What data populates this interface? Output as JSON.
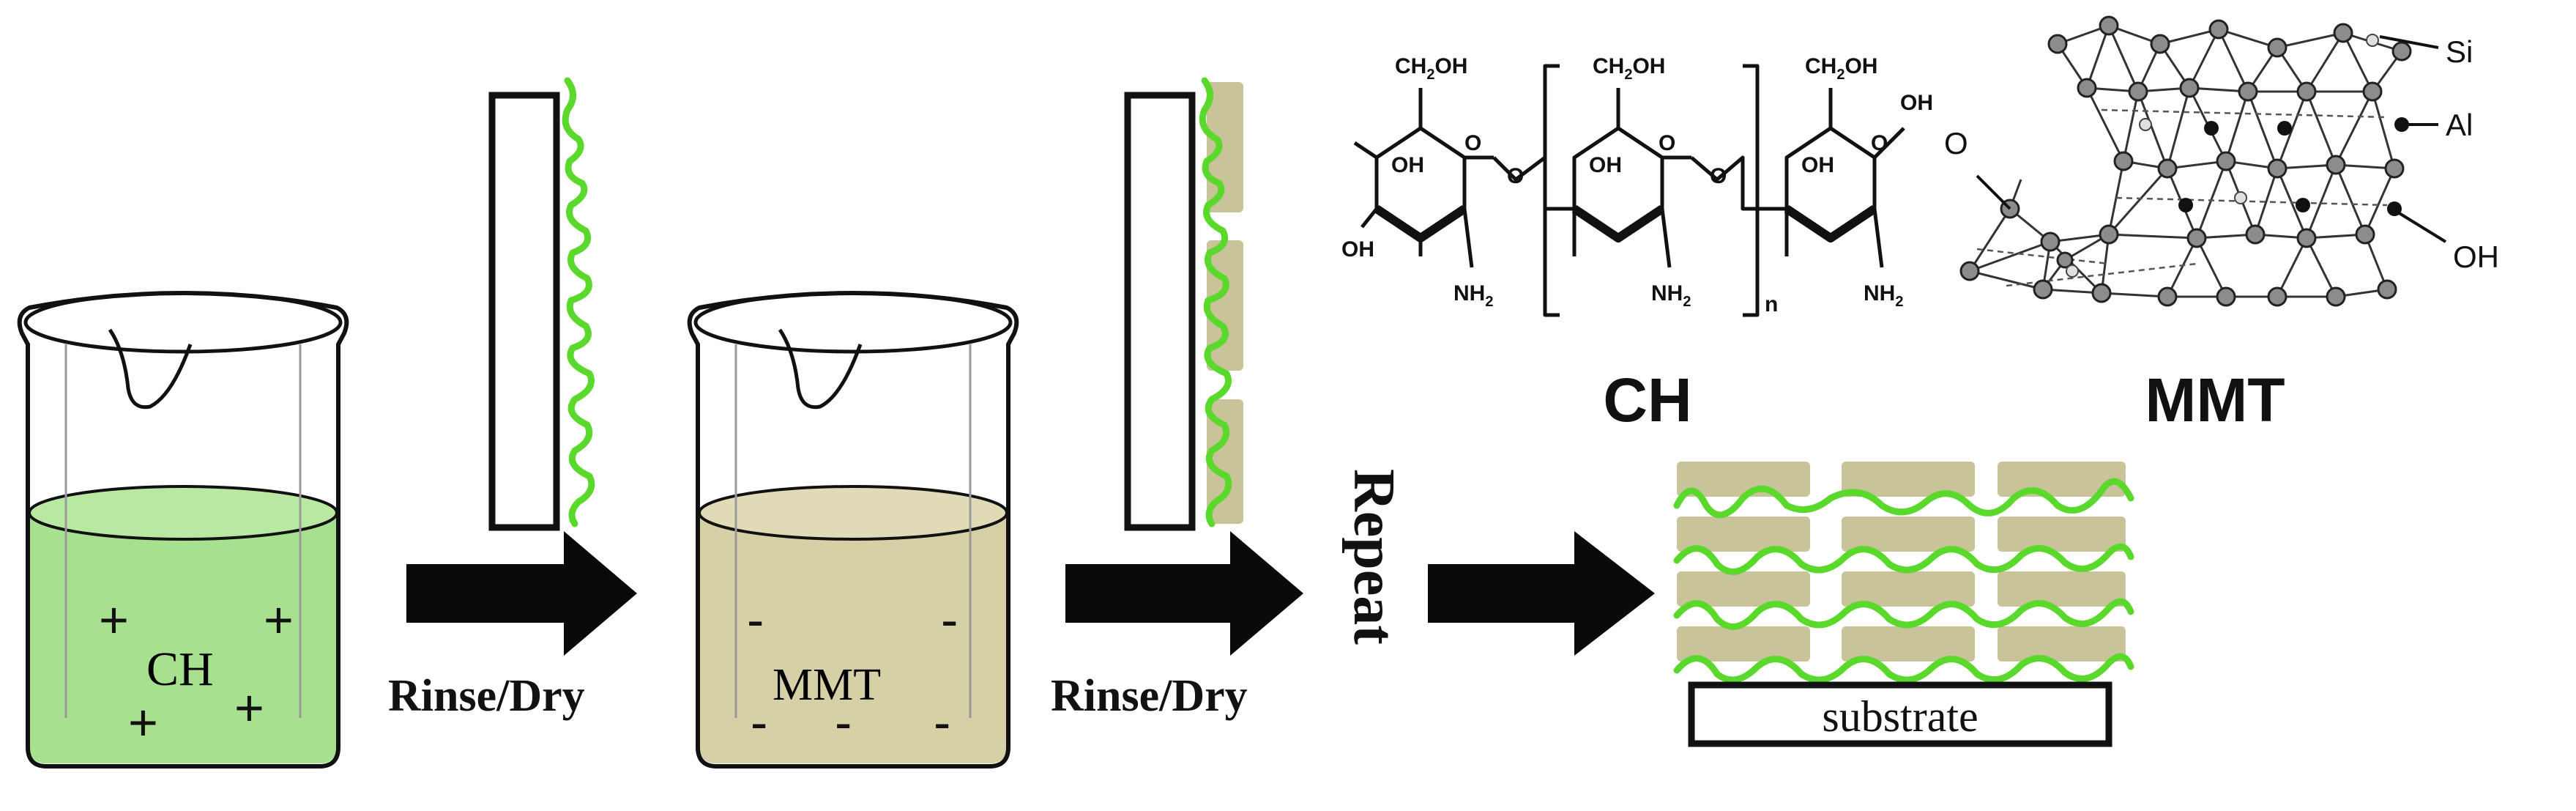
{
  "beaker1": {
    "label": "CH",
    "charges": [
      "+",
      "+",
      "+",
      "+"
    ],
    "liquid_color": "#a7e08f"
  },
  "beaker2": {
    "label": "MMT",
    "charges": [
      "-",
      "-",
      "-",
      "-",
      "-"
    ],
    "liquid_color": "#d6d0a6"
  },
  "steps": {
    "rinse_dry_1": "Rinse/Dry",
    "rinse_dry_2": "Rinse/Dry",
    "repeat": "Repeat"
  },
  "ch_structure": {
    "name": "CH",
    "groups": {
      "ch2oh": "CH",
      "ch2oh_sub": "2",
      "ch2oh_tail": "OH",
      "oh": "OH",
      "nh": "NH",
      "nh_sub": "2",
      "o": "O",
      "n": "n"
    }
  },
  "mmt_structure": {
    "name": "MMT",
    "labels": {
      "si": "Si",
      "al": "Al",
      "oh": "OH",
      "o": "O"
    }
  },
  "film": {
    "substrate": "substrate"
  },
  "colors": {
    "chain_green": "#5ad82c",
    "clay_plate": "#c9c39a",
    "arrow": "#0a0a0a"
  }
}
